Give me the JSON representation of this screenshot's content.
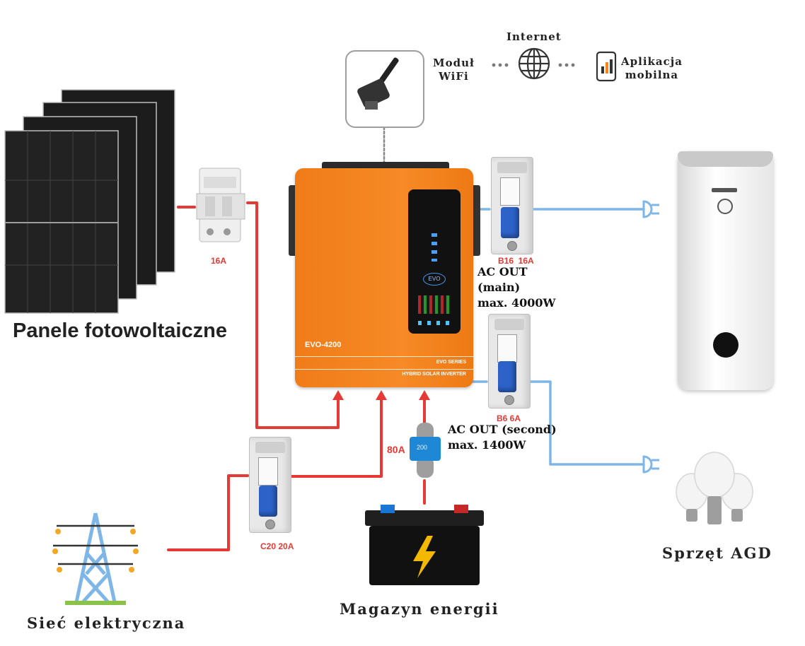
{
  "labels": {
    "panels": "Panele fotowoltaiczne",
    "grid": "Sieć elektryczna",
    "storage": "Magazyn energii",
    "appliances": "Sprzęt AGD",
    "internet": "Internet",
    "wifi_module": "Moduł\nWiFi",
    "mobile_app": "Aplikacja\nmobilna"
  },
  "ratings": {
    "pv_fuse": "16A",
    "grid_breaker": "C20 20A",
    "battery_fuse": "80A",
    "main_breaker": "B16  16A",
    "second_breaker": "B6 6A"
  },
  "outputs": {
    "main": "AC OUT\n(main)\nmax. 4000W",
    "second": "AC OUT (second)\nmax. 1400W"
  },
  "inverter": {
    "model": "EVO-4200",
    "series": "EVO SERIES",
    "type": "HYBRID SOLAR INVERTER",
    "screen_logo": "EVO"
  },
  "fuse_text": "200",
  "colors": {
    "dc_wire": "#e53935",
    "ac_wire": "#7fb6e8",
    "inverter_body": "#f5841f",
    "data_link": "#888888"
  }
}
